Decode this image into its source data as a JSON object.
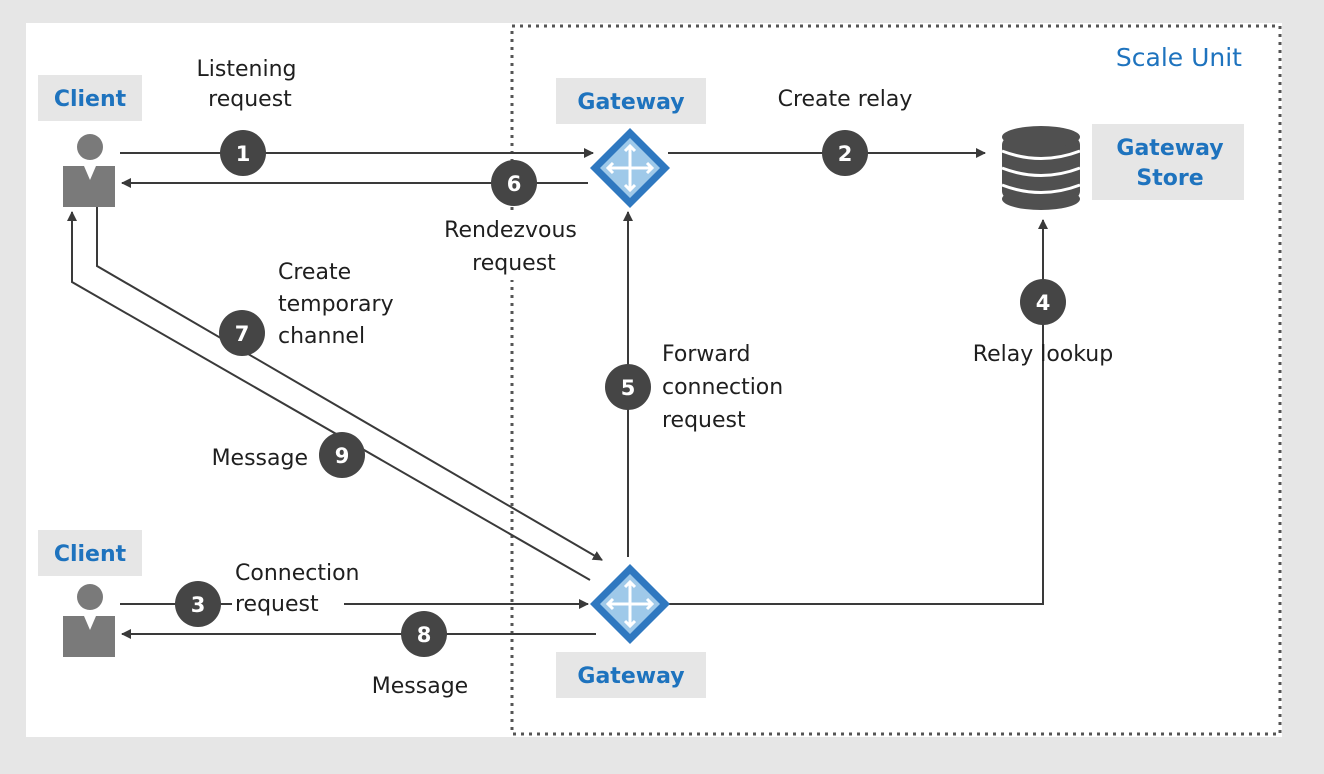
{
  "colors": {
    "background": "#e6e6e6",
    "panel": "#ffffff",
    "label_box": "#e6e6e6",
    "accent_blue": "#1e73be",
    "badge": "#454545",
    "person": "#7a7a7a",
    "store": "#505050",
    "line": "#3a3a3a",
    "gateway_light": "#9fc9e9",
    "gateway_dark": "#2f78c0"
  },
  "icons": {
    "client": "person-icon",
    "gateway": "router-diamond-icon",
    "store": "database-icon"
  },
  "scale_unit": {
    "label": "Scale Unit"
  },
  "nodes": {
    "client_top": {
      "label": "Client"
    },
    "client_bottom": {
      "label": "Client"
    },
    "gateway_top": {
      "label": "Gateway"
    },
    "gateway_bottom": {
      "label": "Gateway"
    },
    "gateway_store": {
      "label_line1": "Gateway",
      "label_line2": "Store"
    }
  },
  "steps": [
    {
      "number": "1",
      "label_lines": [
        "Listening",
        "request"
      ]
    },
    {
      "number": "2",
      "label_lines": [
        "Create relay"
      ]
    },
    {
      "number": "3",
      "label_lines": [
        "Connection",
        "request"
      ]
    },
    {
      "number": "4",
      "label_lines": [
        "Relay lookup"
      ]
    },
    {
      "number": "5",
      "label_lines": [
        "Forward",
        "connection",
        "request"
      ]
    },
    {
      "number": "6",
      "label_lines": [
        "Rendezvous",
        "request"
      ]
    },
    {
      "number": "7",
      "label_lines": [
        "Create",
        "temporary",
        "channel"
      ]
    },
    {
      "number": "8",
      "label_lines": [
        "Message"
      ]
    },
    {
      "number": "9",
      "label_lines": [
        "Message"
      ]
    }
  ]
}
